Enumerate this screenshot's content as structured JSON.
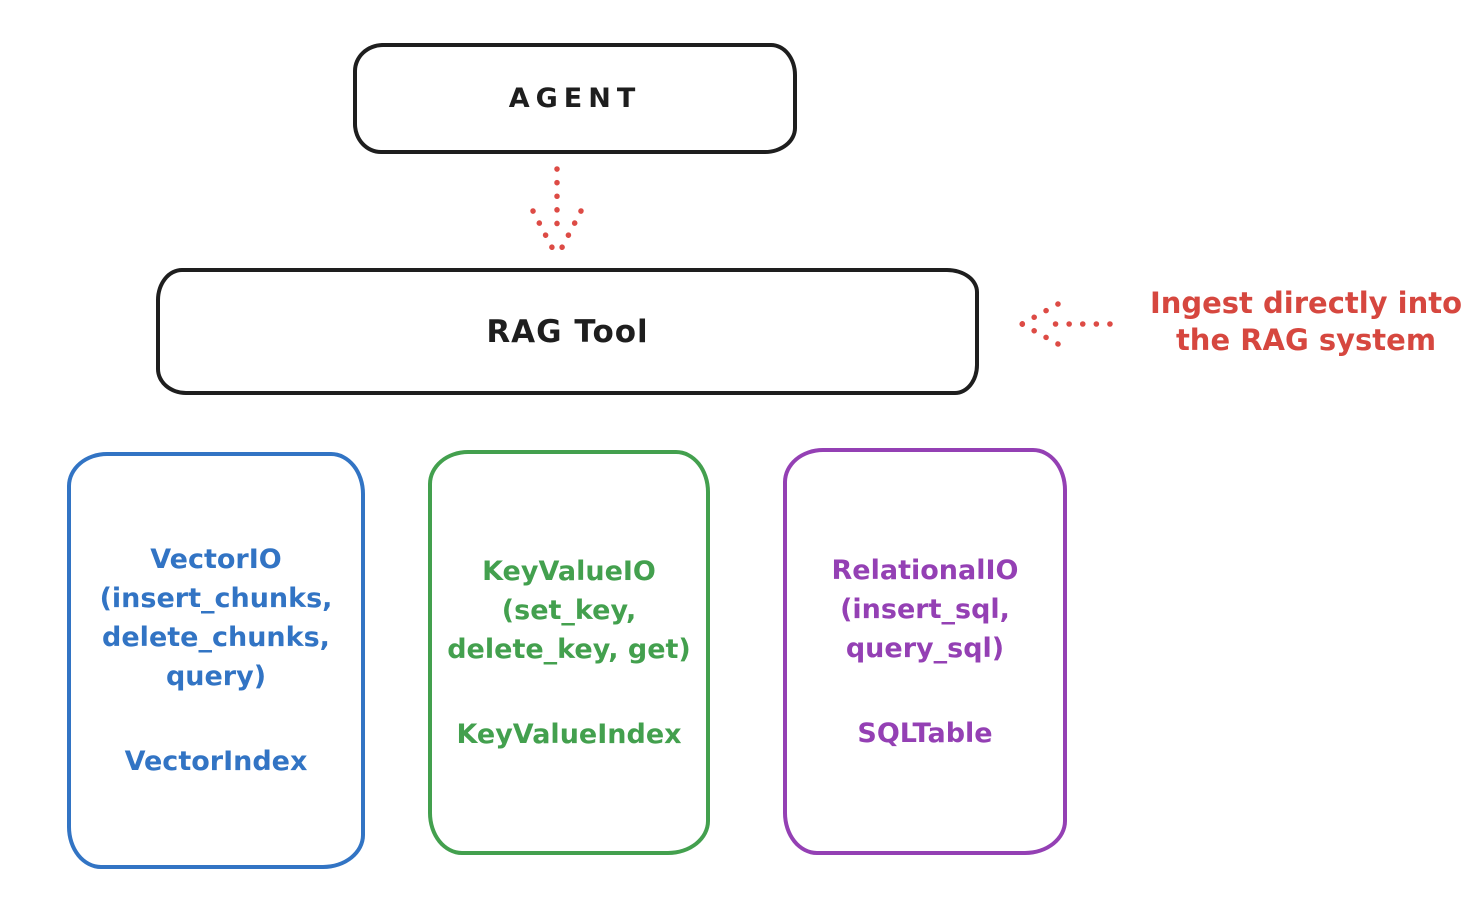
{
  "diagram": {
    "agent": {
      "label": "AGENT"
    },
    "rag_tool": {
      "label": "RAG Tool"
    },
    "annotation": {
      "line1": "Ingest directly into",
      "line2": "the RAG system"
    },
    "stores": [
      {
        "name": "vector-io",
        "lines": [
          "VectorIO",
          "(insert_chunks,",
          "delete_chunks,",
          "query)"
        ],
        "index": "VectorIndex",
        "color": "#3274c4"
      },
      {
        "name": "keyvalue-io",
        "lines": [
          "KeyValueIO",
          "(set_key,",
          "delete_key, get)"
        ],
        "index": "KeyValueIndex",
        "color": "#43a04e"
      },
      {
        "name": "relational-io",
        "lines": [
          "RelationalIO",
          "(insert_sql,",
          "query_sql)"
        ],
        "index": "SQLTable",
        "color": "#9440b4"
      }
    ],
    "colors": {
      "stroke": "#1e1e1e",
      "red": "#d6473f",
      "blue": "#3274c4",
      "green": "#43a04e",
      "purple": "#9440b4",
      "background": "#ffffff"
    }
  }
}
